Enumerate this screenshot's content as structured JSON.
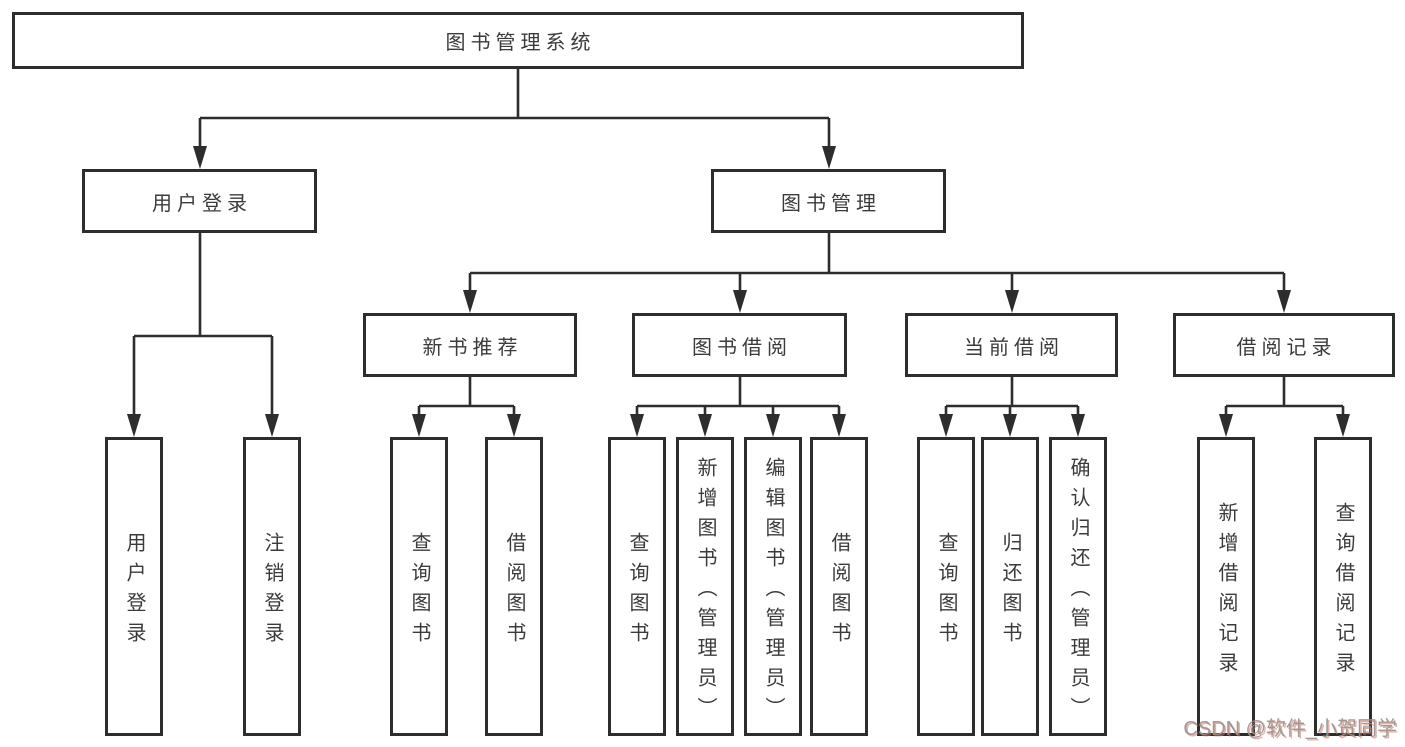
{
  "root": {
    "label": "图书管理系统"
  },
  "branches": {
    "user_login": {
      "label": "用户登录",
      "children": [
        {
          "label": "用户登录"
        },
        {
          "label": "注销登录"
        }
      ]
    },
    "book_mgmt": {
      "label": "图书管理",
      "sections": [
        {
          "label": "新书推荐",
          "children": [
            {
              "label": "查询图书"
            },
            {
              "label": "借阅图书"
            }
          ]
        },
        {
          "label": "图书借阅",
          "children": [
            {
              "label": "查询图书"
            },
            {
              "label": "新增图书（管理员）"
            },
            {
              "label": "编辑图书（管理员）"
            },
            {
              "label": "借阅图书"
            }
          ]
        },
        {
          "label": "当前借阅",
          "children": [
            {
              "label": "查询图书"
            },
            {
              "label": "归还图书"
            },
            {
              "label": "确认归还（管理员）"
            }
          ]
        },
        {
          "label": "借阅记录",
          "children": [
            {
              "label": "新增借阅记录"
            },
            {
              "label": "查询借阅记录"
            }
          ]
        }
      ]
    }
  },
  "watermark": {
    "text": "CSDN @软件_小贺同学"
  }
}
